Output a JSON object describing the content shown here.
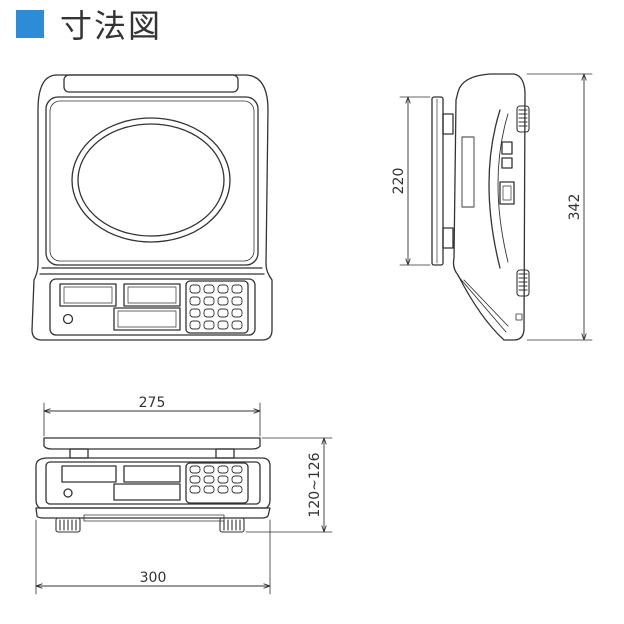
{
  "header": {
    "title": "寸法図",
    "accent_color": "#2d8cd6"
  },
  "dimensions": {
    "top_width": "275",
    "bottom_width": "300",
    "height": "120~126",
    "platter_depth": "220",
    "overall_depth": "342"
  }
}
